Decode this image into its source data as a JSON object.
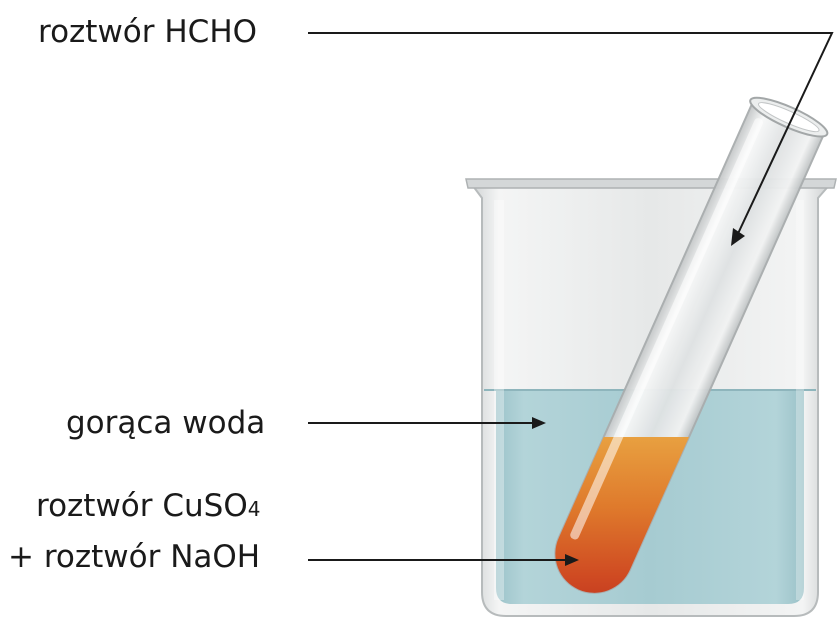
{
  "labels": {
    "hcho": "roztwór HCHO",
    "water": "gorąca woda",
    "cuso4_prefix": "roztwór CuSO",
    "cuso4_subscript": "4",
    "naoh": "+ roztwór NaOH"
  },
  "colors": {
    "water": "#a9cdd3",
    "solution_top": "#e69a3a",
    "solution_bottom": "#c8321f",
    "glass": "#e3e5e6",
    "text": "#1a1a1a"
  }
}
